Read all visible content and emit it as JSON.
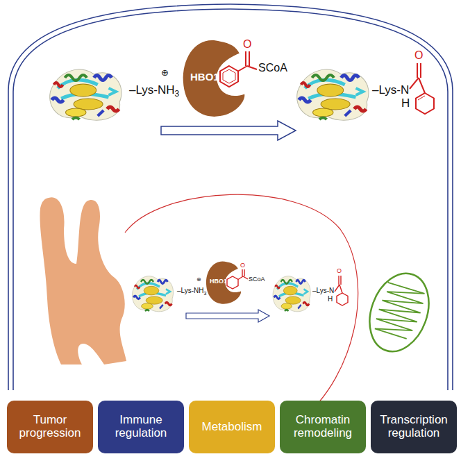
{
  "diagram": {
    "nodes": [
      {
        "text": [
          "HBO1"
        ]
      },
      {
        "text": [
          "HBO1"
        ]
      },
      {
        "text": [
          "Tumor progression"
        ]
      },
      {
        "text": [
          "Immune regulation"
        ]
      },
      {
        "text": [
          "Metabolism"
        ]
      },
      {
        "text": [
          "Chromatin remodeling"
        ]
      },
      {
        "text": [
          "Transcription regulation"
        ]
      }
    ],
    "labels": [
      "–Lys-NH",
      "3",
      "⊕",
      "O",
      "SCoA",
      "–Lys-N",
      "H",
      "O",
      "–Lys-NH",
      "3",
      "⊕",
      "O",
      "SCoA",
      "–Lys-N",
      "H",
      "O"
    ]
  }
}
